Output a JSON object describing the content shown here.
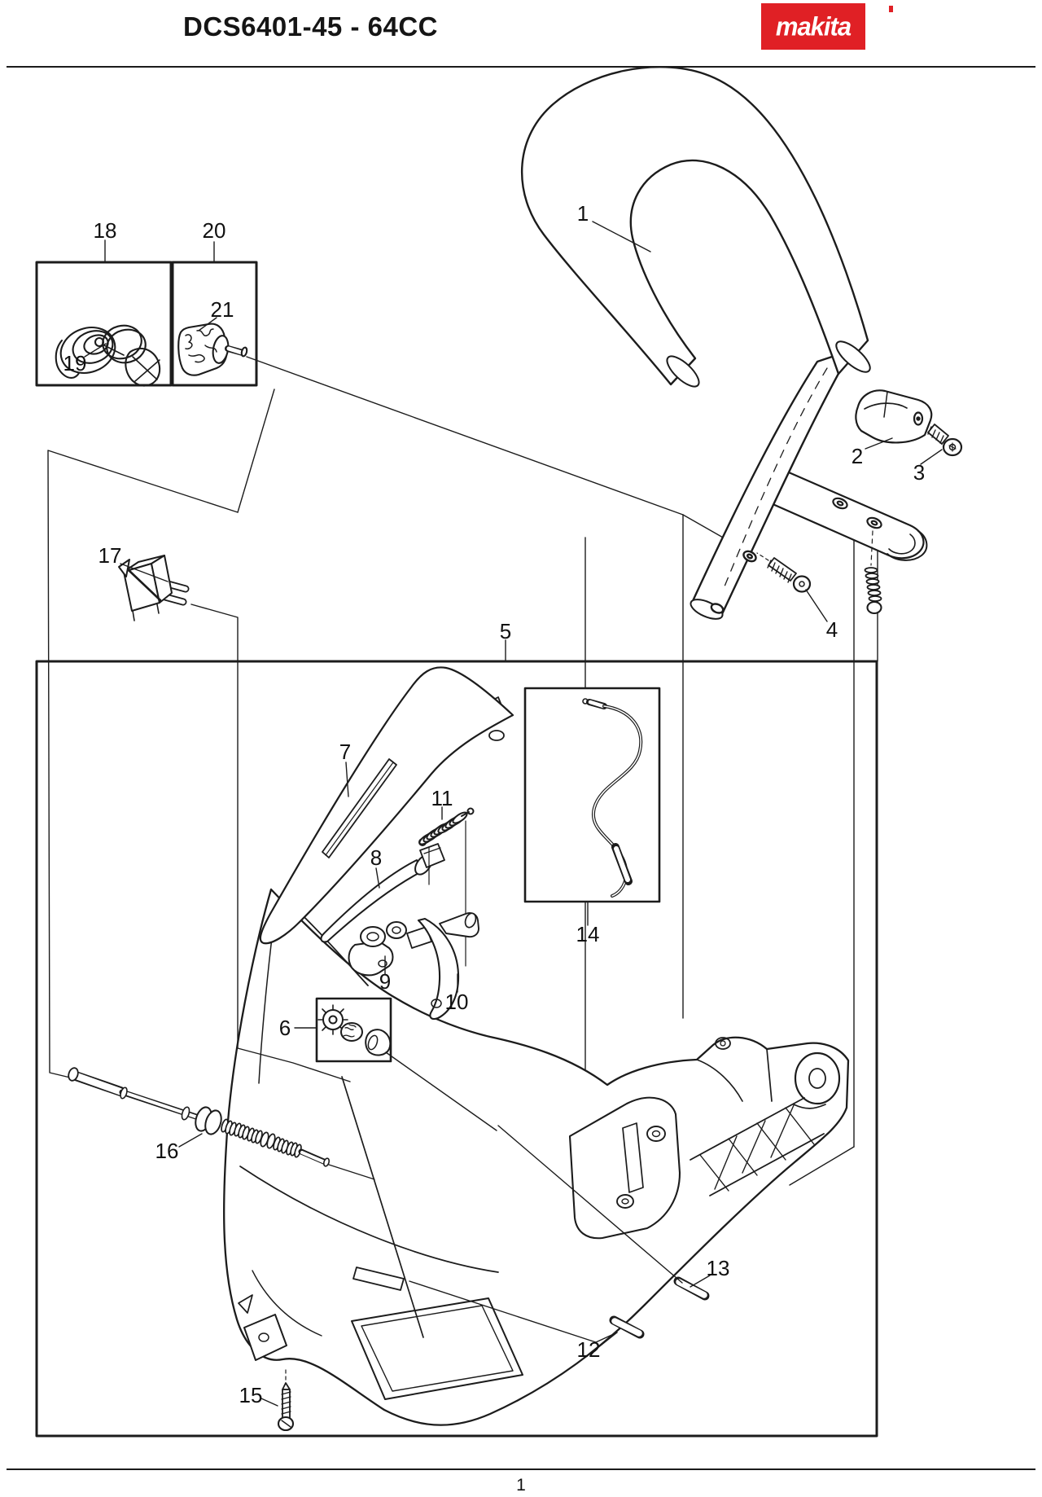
{
  "header": {
    "title": "DCS6401-45 - 64CC",
    "brand": "makita"
  },
  "footer": {
    "page_number": "1"
  },
  "colors": {
    "brand_red": "#e02025",
    "ink": "#1c1c1c"
  },
  "callouts": [
    {
      "label": "1"
    },
    {
      "label": "2"
    },
    {
      "label": "3"
    },
    {
      "label": "4"
    },
    {
      "label": "5"
    },
    {
      "label": "6"
    },
    {
      "label": "7"
    },
    {
      "label": "8"
    },
    {
      "label": "9"
    },
    {
      "label": "10"
    },
    {
      "label": "11"
    },
    {
      "label": "12"
    },
    {
      "label": "13"
    },
    {
      "label": "14"
    },
    {
      "label": "15"
    },
    {
      "label": "16"
    },
    {
      "label": "17"
    },
    {
      "label": "18"
    },
    {
      "label": "19"
    },
    {
      "label": "20"
    },
    {
      "label": "21"
    }
  ]
}
